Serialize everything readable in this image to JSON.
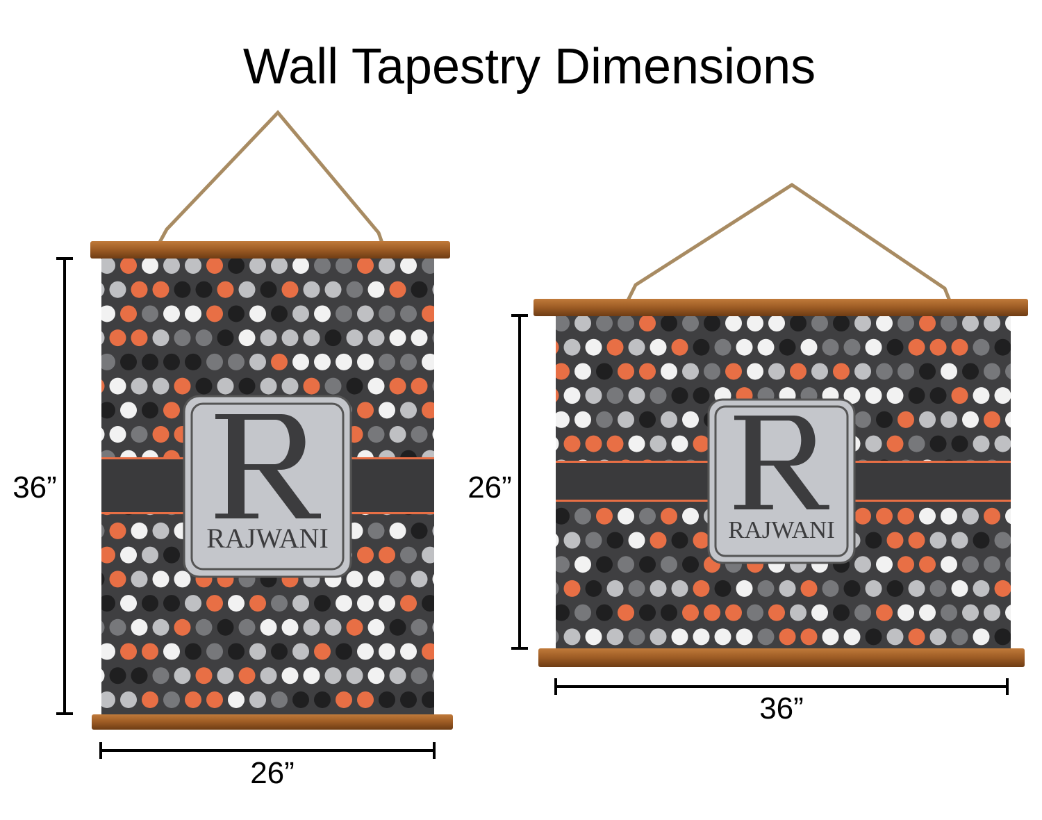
{
  "title": "Wall Tapestry Dimensions",
  "portrait": {
    "height_label": "36”",
    "width_label": "26”",
    "monogram_letter": "R",
    "monogram_name": "RAJWANI"
  },
  "landscape": {
    "height_label": "26”",
    "width_label": "36”",
    "monogram_letter": "R",
    "monogram_name": "RAJWANI"
  },
  "colors": {
    "fabric": "#3f3f41",
    "dots": [
      "#e86f45",
      "#f2f2f2",
      "#bfc0c3",
      "#77787b",
      "#1f1f20"
    ],
    "wood": "#a0622a",
    "band_line": "#e86f45",
    "monogram_bg": "#c4c6cb"
  }
}
